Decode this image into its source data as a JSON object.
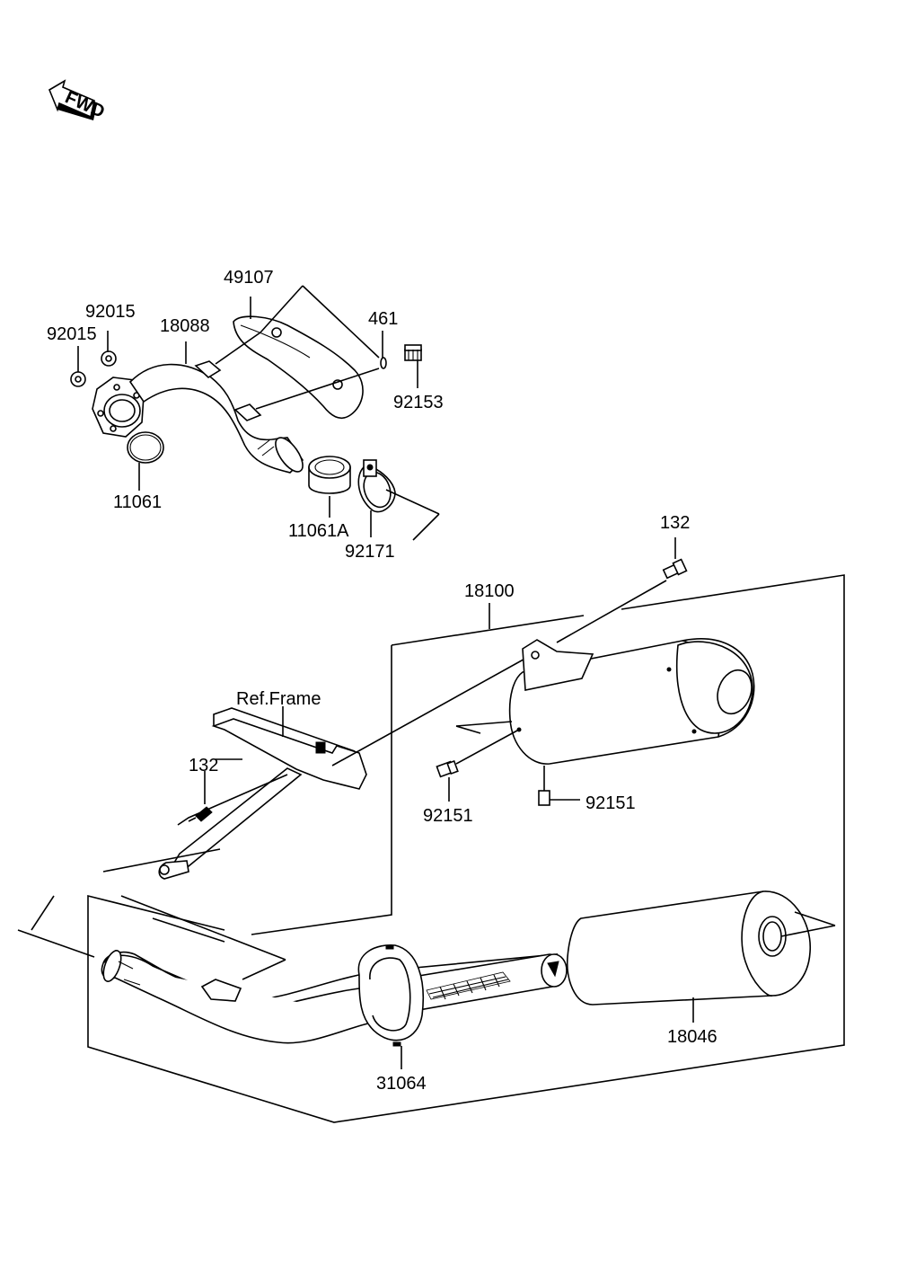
{
  "direction_badge": "FWD",
  "callouts": {
    "p49107": "49107",
    "p461": "461",
    "p92015_a": "92015",
    "p92015_b": "92015",
    "p18088": "18088",
    "p92153": "92153",
    "p11061": "11061",
    "p11061a": "11061A",
    "p92171": "92171",
    "p132_top": "132",
    "p18100": "18100",
    "ref_frame": "Ref.Frame",
    "p132_frame": "132",
    "p92151_left": "92151",
    "p92151_right": "92151",
    "p18046": "18046",
    "p31064": "31064"
  },
  "icons": [
    "fwd-arrow-icon"
  ]
}
